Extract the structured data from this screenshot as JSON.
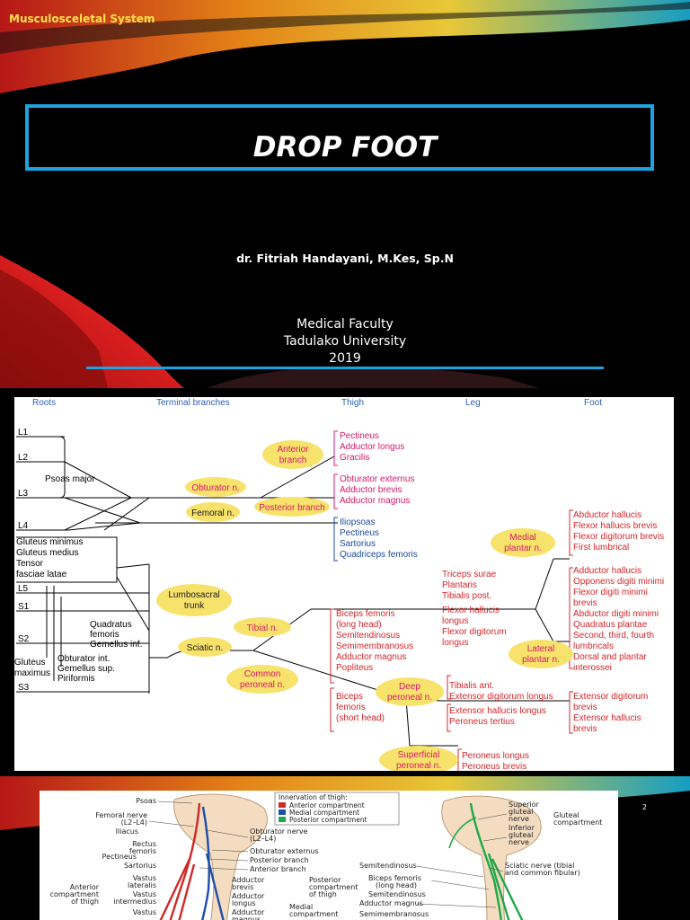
{
  "slide1": {
    "header": "Musculosceletal System",
    "title": "DROP FOOT",
    "author": "dr. Fitriah Handayani, M.Kes, Sp.N",
    "institution": [
      "Medical Faculty",
      "Tadulako University",
      "2019"
    ],
    "colors": {
      "accent": "#1ea2e0",
      "header": "#ffe14a",
      "background": "#000000"
    }
  },
  "slide2": {
    "columns": [
      "Roots",
      "Terminal branches",
      "Thigh",
      "Leg",
      "Foot"
    ],
    "roots": [
      "L1",
      "L2",
      "L3",
      "L4",
      "L5",
      "S1",
      "S2",
      "S3"
    ],
    "root_muscles": {
      "psoas": "Psoas major",
      "glute": [
        "Gluteus minimus",
        "Gluteus medius",
        "Tensor",
        "fasciae latae"
      ],
      "quad": [
        "Quadratus",
        "femoris",
        "Gemellus inf."
      ],
      "max": [
        "Gluteus",
        "maximus"
      ],
      "obt": [
        "Obturator int.",
        "Gemellus sup.",
        "Piriformis"
      ]
    },
    "nerves": {
      "anterior": [
        "Anterior",
        "branch"
      ],
      "obturator": "Obturator n.",
      "posterior": "Posterior branch",
      "femoral": "Femoral n.",
      "lumbosacral": [
        "Lumbosacral",
        "trunk"
      ],
      "sciatic": "Sciatic n.",
      "tibial": "Tibial n.",
      "common_peroneal": [
        "Common",
        "peroneal n."
      ],
      "deep_peroneal": [
        "Deep",
        "peroneal n."
      ],
      "superficial_peroneal": [
        "Superficial",
        "peroneal n."
      ],
      "medial_plantar": [
        "Medial",
        "plantar n."
      ],
      "lateral_plantar": [
        "Lateral",
        "plantar n."
      ]
    },
    "muscles": {
      "anterior": [
        "Pectineus",
        "Adductor longus",
        "Gracilis"
      ],
      "posterior": [
        "Obturator externus",
        "Adductor brevis",
        "Adductor magnus"
      ],
      "femoral": [
        "Iliopsoas",
        "Pectineus",
        "Sartorius",
        "Quadriceps femoris"
      ],
      "tibial_thigh": [
        "Biceps femoris",
        "(long head)",
        "Semitendinosus",
        "Semimembranosus",
        "Adductor magnus",
        "Popliteus"
      ],
      "common_thigh": [
        "Biceps",
        "femoris",
        "(short head)"
      ],
      "tibial_leg": [
        "Triceps surae",
        "Plantaris",
        "Tibialis post.",
        "Flexor hallucis",
        "longus",
        "Flexor digitorum",
        "longus"
      ],
      "deep_leg": [
        "Tibialis ant.",
        "Extensor digitorum longus",
        "Extensor hallucis longus",
        "Peroneus tertius"
      ],
      "superficial_leg": [
        "Peroneus longus",
        "Peroneus brevis"
      ],
      "medial_foot": [
        "Abductor hallucis",
        "Flexor hallucis brevis",
        "Flexor digitorum brevis",
        "First lumbrical"
      ],
      "lateral_foot": [
        "Adductor hallucis",
        "Opponens digiti minimi",
        "Flexor digiti minimi",
        "brevis",
        "Abductor digiti minimi",
        "Quadratus plantae",
        "Second, third, fourth",
        "lumbricals",
        "Dorsal and plantar",
        "interossei"
      ],
      "deep_foot": [
        "Extensor digitorum",
        "brevis",
        "Extensor hallucis",
        "brevis"
      ]
    },
    "colors": {
      "pink": "#d8186a",
      "blue": "#1a4a9c",
      "red": "#d4262a",
      "oval": "#f7e26b",
      "header_blue": "#2b60b8"
    }
  },
  "slide3": {
    "page_number": "2",
    "legend": {
      "title": "Innervation of thigh:",
      "items": [
        {
          "label": "Anterior compartment",
          "color": "#d02828"
        },
        {
          "label": "Medial compartment",
          "color": "#1e4fa8"
        },
        {
          "label": "Posterior compartment",
          "color": "#1fa84a"
        }
      ]
    },
    "left_labels": [
      "Psoas",
      "Femoral nerve",
      "(L2–L4)",
      "Iliacus",
      "Pectineus",
      "Rectus",
      "femoris",
      "Sartorius",
      "Vastus",
      "lateralis",
      "Vastus",
      "intermedius",
      "Vastus"
    ],
    "compartment": [
      "Anterior",
      "compartment",
      "of thigh"
    ],
    "mid_labels": [
      "Obturator nerve",
      "(L2–L4)",
      "Obturator externus",
      "Posterior branch",
      "Anterior branch",
      "Adductor",
      "brevis",
      "Adductor",
      "longus",
      "Adductor",
      "magnus"
    ],
    "posterior": [
      "Posterior",
      "compartment",
      "of thigh"
    ],
    "medial": [
      "Medial",
      "compartment"
    ],
    "right_labels": [
      "Superior",
      "gluteal",
      "nerve",
      "Inferior",
      "gluteal",
      "nerve",
      "Gluteal",
      "compartment",
      "Sciatic nerve (tibial",
      "and common fibular)",
      "Semitendinosus",
      "Biceps femoris",
      "(long head)",
      "Semitendinosus",
      "Adductor magnus",
      "Semimembranosus"
    ]
  }
}
